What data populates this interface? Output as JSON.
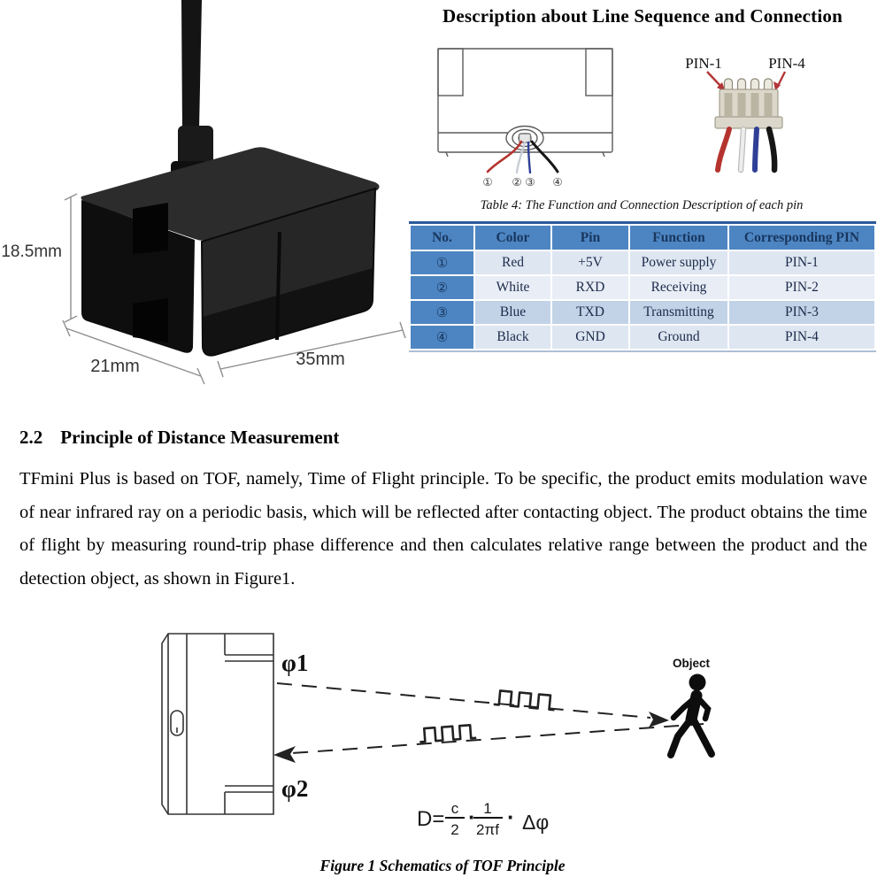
{
  "product": {
    "dim_height": "18.5mm",
    "dim_depth": "21mm",
    "dim_width": "35mm"
  },
  "connection": {
    "heading": "Description about Line Sequence and Connection",
    "pin1_label": "PIN-1",
    "pin4_label": "PIN-4",
    "wire_num_1": "①",
    "wire_num_2": "②",
    "wire_num_3": "③",
    "wire_num_4": "④",
    "table_caption": "Table 4: The Function and Connection Description of each pin",
    "table": {
      "headers": [
        "No.",
        "Color",
        "Pin",
        "Function",
        "Corresponding PIN"
      ],
      "rows": [
        [
          "①",
          "Red",
          "+5V",
          "Power supply",
          "PIN-1"
        ],
        [
          "②",
          "White",
          "RXD",
          "Receiving",
          "PIN-2"
        ],
        [
          "③",
          "Blue",
          "TXD",
          "Transmitting",
          "PIN-3"
        ],
        [
          "④",
          "Black",
          "GND",
          "Ground",
          "PIN-4"
        ]
      ]
    },
    "colors": {
      "header_bg": "#4d85c2",
      "header_text": "#18365e",
      "row_light": "#dde6f1",
      "row_lighter": "#e8edf6",
      "row_dark": "#c2d3e7",
      "table_top_border": "#2b5a9b",
      "wire_red": "#b5332e",
      "wire_white": "#c9ced6",
      "wire_blue": "#2f3f96",
      "wire_black": "#161616",
      "arrow_red": "#b33636"
    }
  },
  "section": {
    "number": "2.2",
    "title": "Principle of Distance Measurement",
    "body": "TFmini Plus is based on TOF, namely, Time of Flight principle. To be specific, the product emits modulation wave of near infrared ray on a periodic basis, which will be reflected after contacting object. The product obtains the time of flight by measuring round-trip phase difference and then calculates relative range between the product and the detection object, as shown in Figure1."
  },
  "figure": {
    "phi1": "φ1",
    "phi2": "φ2",
    "object_label": "Object",
    "formula_d": "D=",
    "formula_num1": "c",
    "formula_den1": "2",
    "formula_dot1": "·",
    "formula_num2": "1",
    "formula_den2": "2πf",
    "formula_dot2": "·",
    "formula_delta": "Δφ",
    "caption": "Figure 1 Schematics of TOF Principle"
  }
}
